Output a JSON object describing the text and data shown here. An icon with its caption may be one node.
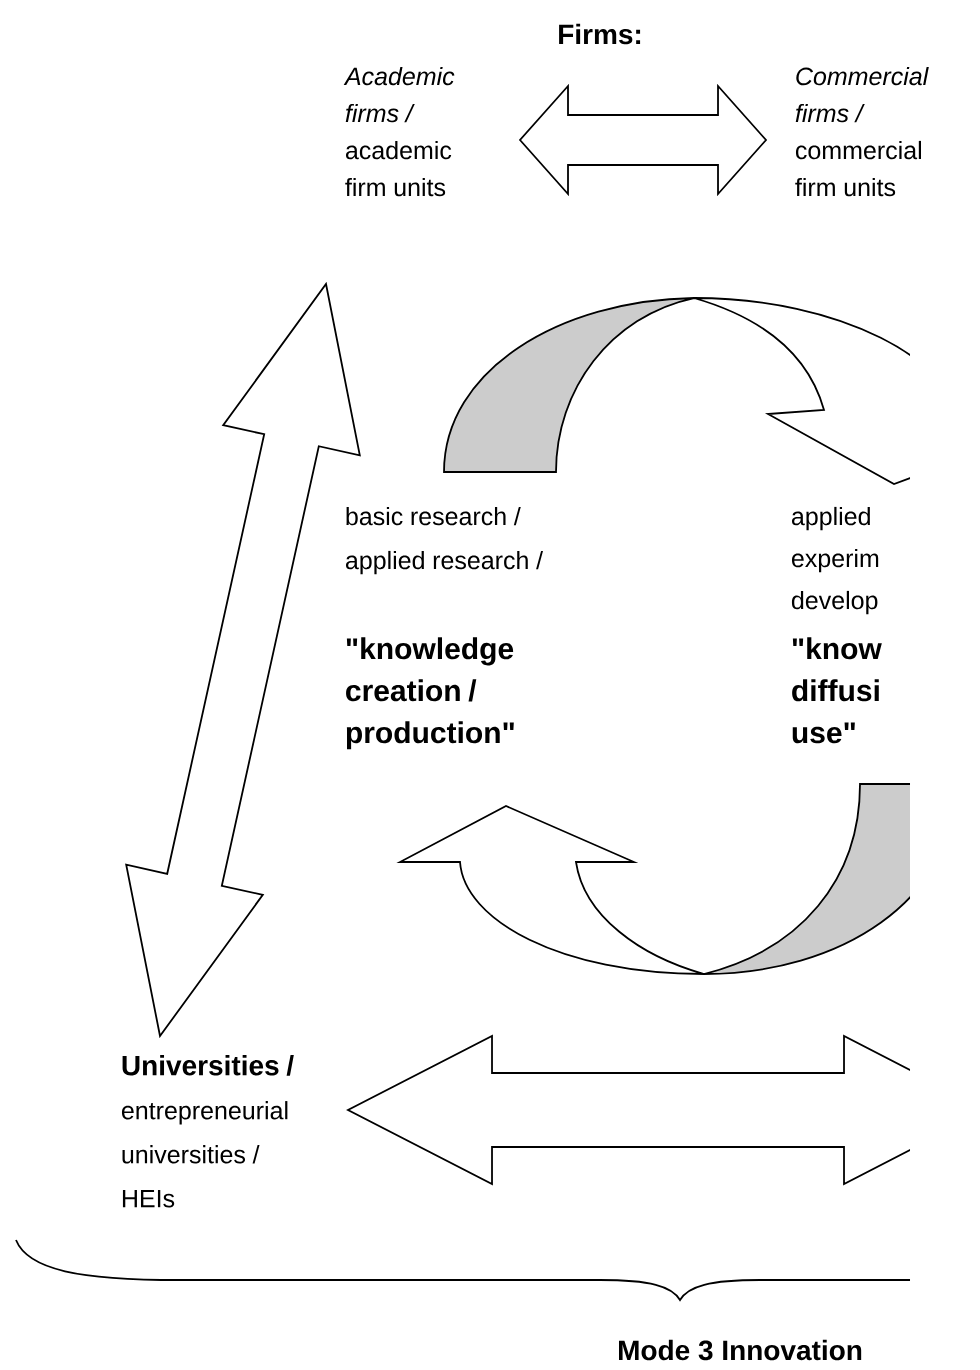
{
  "diagram": {
    "nodes": [
      {
        "text": [
          "*Academic firms /* academic firm units"
        ]
      },
      {
        "text": [
          "*Commercial firms /* commercial firm units"
        ]
      },
      {
        "text": [
          "basic research / applied research /",
          "\"knowledge creation / production\""
        ]
      },
      {
        "text": [
          "applied experim develop",
          "\"know diffusi use\""
        ]
      },
      {
        "text": [
          "Universities /",
          "entrepreneurial universities / HEIs"
        ]
      }
    ],
    "edges": [
      {
        "from": 0,
        "to": 1,
        "arrow": "both"
      },
      {
        "from": 4,
        "to": 0,
        "arrow": "both"
      },
      {
        "from": 2,
        "to": 3,
        "arrow": "to"
      },
      {
        "from": 3,
        "to": 2,
        "arrow": "to"
      },
      {
        "from": null,
        "to": 4,
        "arrow": "both"
      }
    ],
    "labels": [
      "Firms:",
      "Mode 3 Innovation"
    ]
  }
}
